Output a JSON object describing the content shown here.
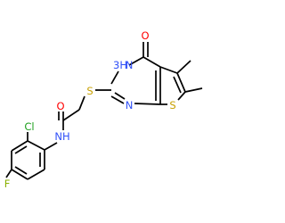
{
  "colors": {
    "background": "#ffffff",
    "bond": "#000000",
    "oxygen": "#ff0000",
    "nitrogen": "#3050f8",
    "sulfur": "#c8a000",
    "chlorine": "#1fa01f",
    "fluorine": "#8ab000"
  },
  "atoms": {
    "o_ketone": {
      "text": "O",
      "element": "oxygen"
    },
    "n_ring_nh": {
      "text": "3H",
      "element": "nitrogen"
    },
    "n_ring_a": {
      "text": "N",
      "element": "nitrogen"
    },
    "n_ring_b": {
      "text": "N",
      "element": "nitrogen"
    },
    "s_thiophene": {
      "text": "S",
      "element": "sulfur"
    },
    "s_linker": {
      "text": "S",
      "element": "sulfur"
    },
    "o_amide": {
      "text": "O",
      "element": "oxygen"
    },
    "n_amide": {
      "text": "NH",
      "element": "nitrogen"
    },
    "cl": {
      "text": "Cl",
      "element": "chlorine"
    },
    "f": {
      "text": "F",
      "element": "fluorine"
    }
  }
}
